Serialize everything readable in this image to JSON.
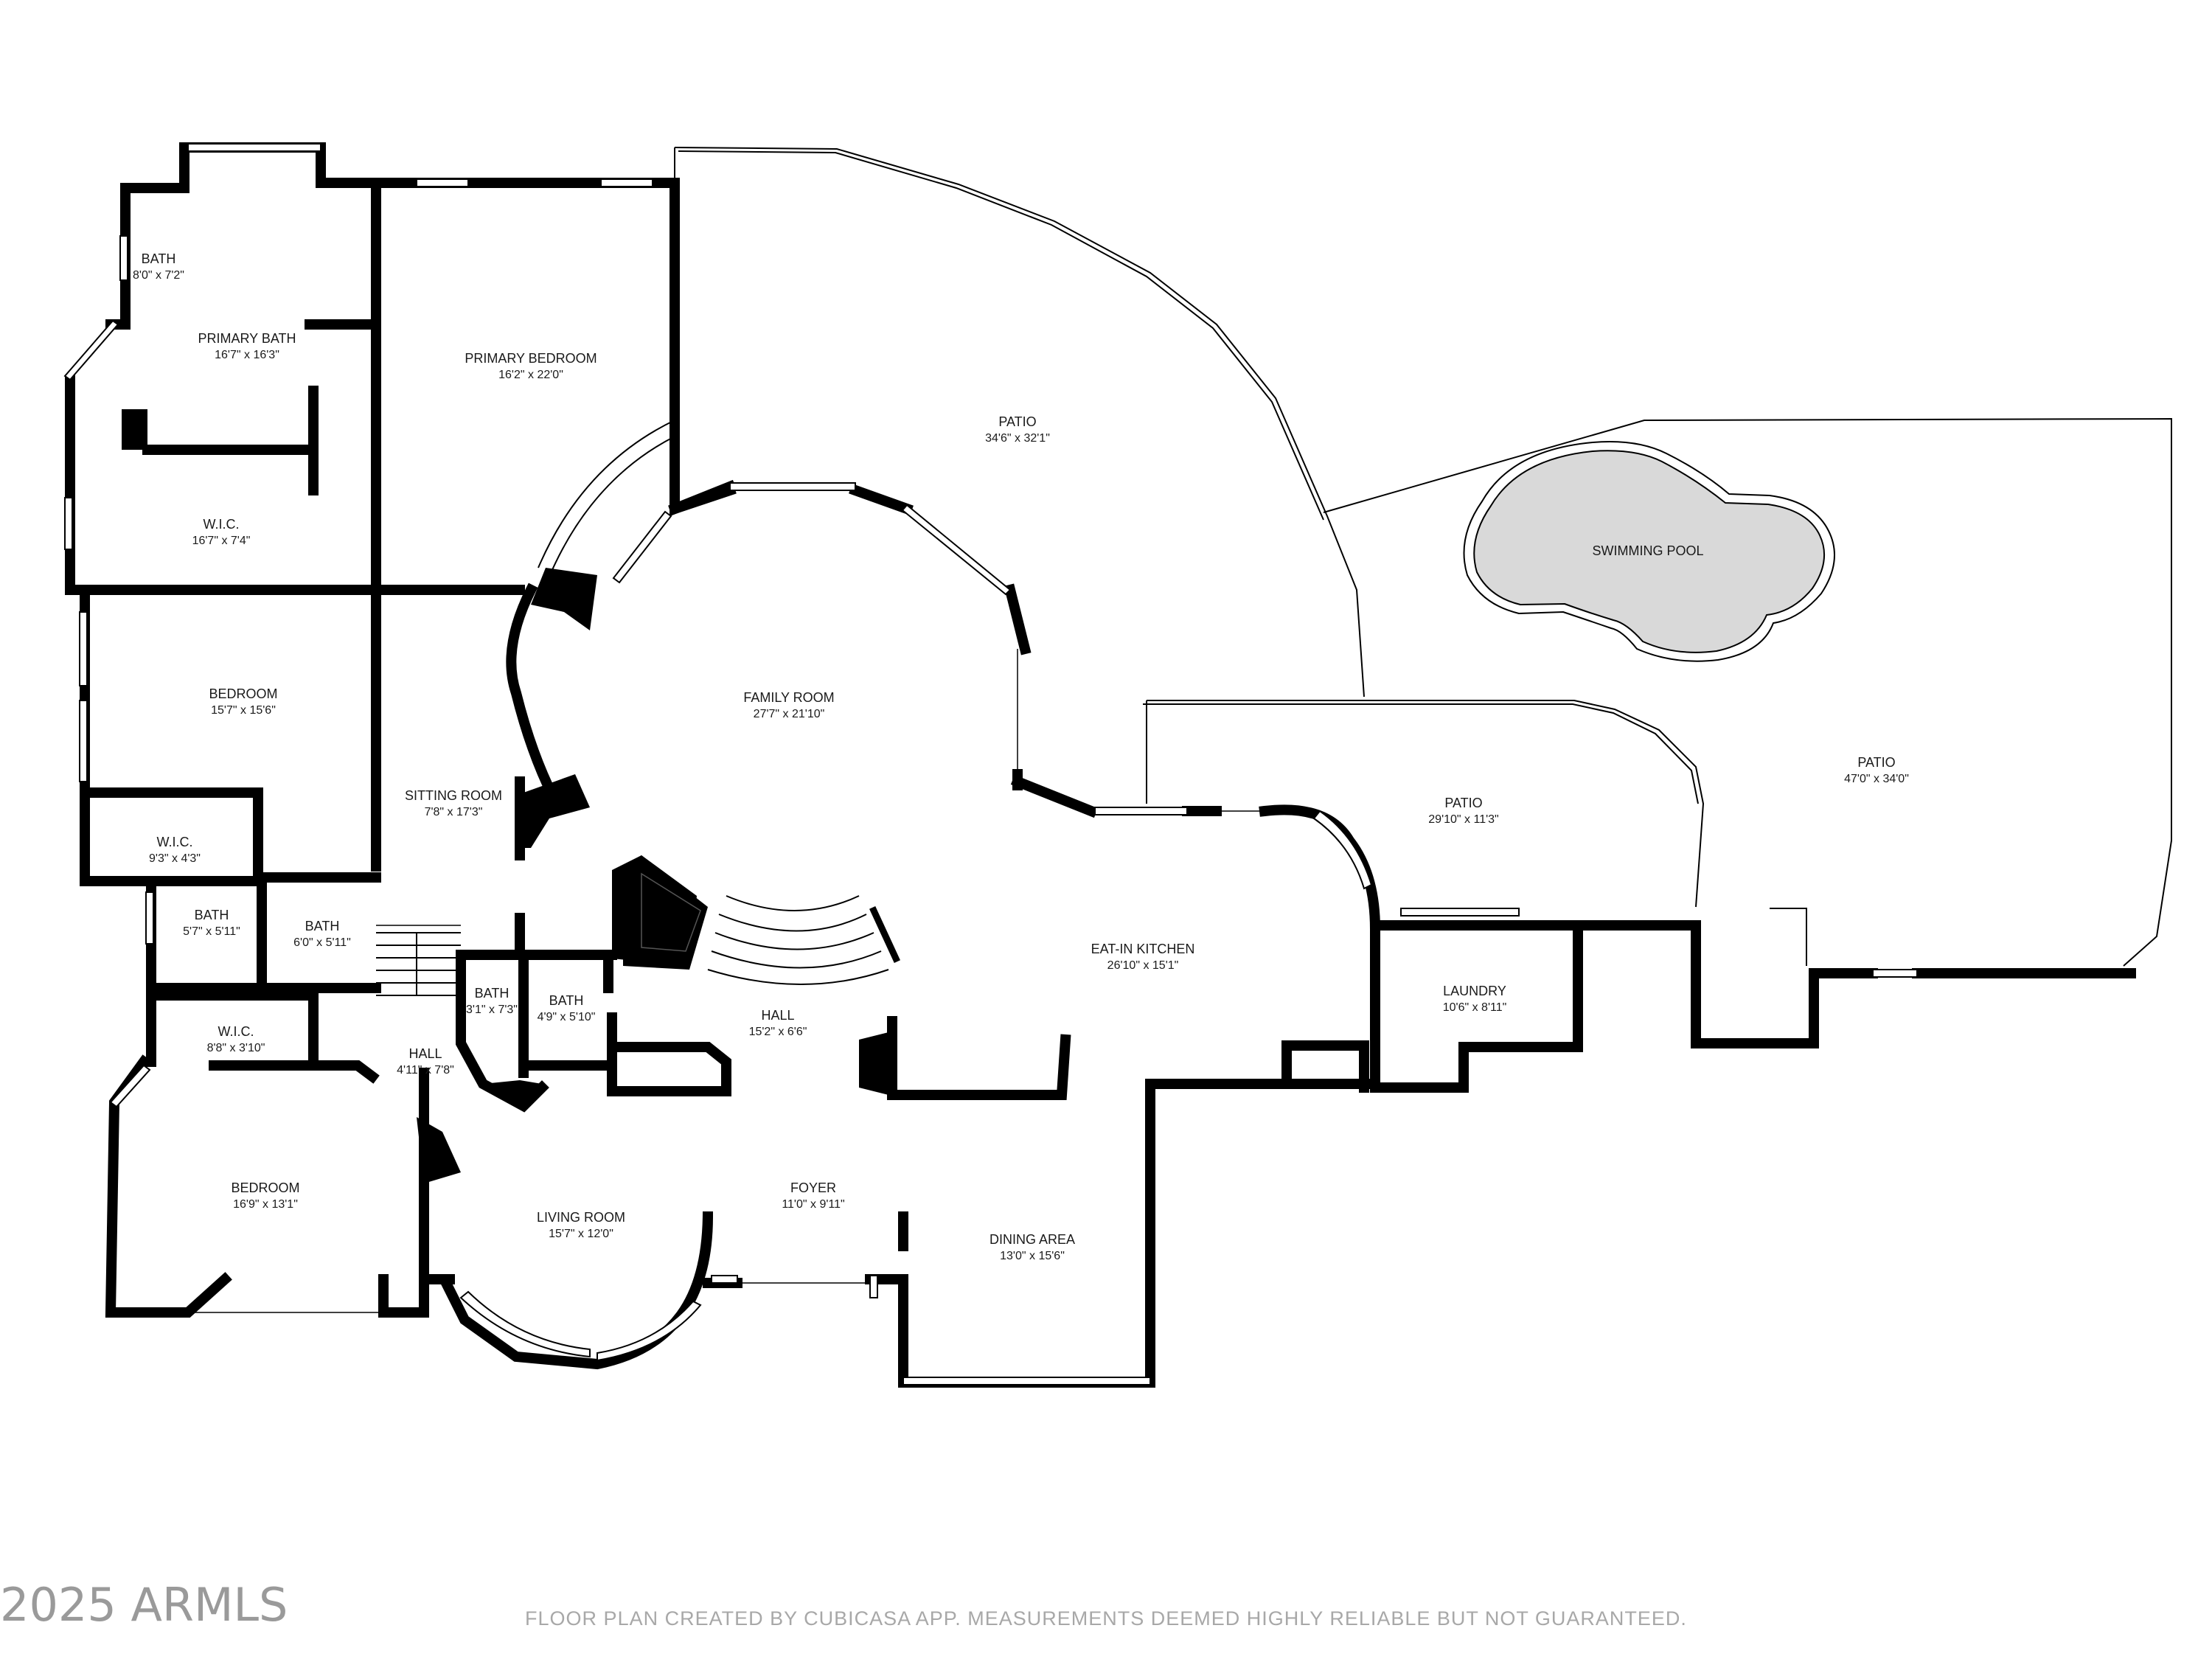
{
  "rooms": [
    {
      "id": "bath-1",
      "name": "BATH",
      "dim": "8'0\" x 7'2\""
    },
    {
      "id": "primary-bath",
      "name": "PRIMARY BATH",
      "dim": "16'7\" x 16'3\""
    },
    {
      "id": "primary-bedroom",
      "name": "PRIMARY BEDROOM",
      "dim": "16'2\" x 22'0\""
    },
    {
      "id": "patio-1",
      "name": "PATIO",
      "dim": "34'6\" x 32'1\""
    },
    {
      "id": "wic-1",
      "name": "W.I.C.",
      "dim": "16'7\" x 7'4\""
    },
    {
      "id": "swimming-pool",
      "name": "SWIMMING POOL",
      "dim": ""
    },
    {
      "id": "family-room",
      "name": "FAMILY ROOM",
      "dim": "27'7\" x 21'10\""
    },
    {
      "id": "bedroom-1",
      "name": "BEDROOM",
      "dim": "15'7\" x 15'6\""
    },
    {
      "id": "patio-2",
      "name": "PATIO",
      "dim": "47'0\" x 34'0\""
    },
    {
      "id": "sitting-room",
      "name": "SITTING ROOM",
      "dim": "7'8\" x 17'3\""
    },
    {
      "id": "patio-3",
      "name": "PATIO",
      "dim": "29'10\" x 11'3\""
    },
    {
      "id": "wic-2",
      "name": "W.I.C.",
      "dim": "9'3\" x 4'3\""
    },
    {
      "id": "bath-2",
      "name": "BATH",
      "dim": "5'7\" x 5'11\""
    },
    {
      "id": "bath-3",
      "name": "BATH",
      "dim": "6'0\" x 5'11\""
    },
    {
      "id": "eat-in-kitchen",
      "name": "EAT-IN KITCHEN",
      "dim": "26'10\" x 15'1\""
    },
    {
      "id": "bath-4",
      "name": "BATH",
      "dim": "3'1\" x 7'3\""
    },
    {
      "id": "bath-5",
      "name": "BATH",
      "dim": "4'9\" x 5'10\""
    },
    {
      "id": "laundry",
      "name": "LAUNDRY",
      "dim": "10'6\" x 8'11\""
    },
    {
      "id": "hall-1",
      "name": "HALL",
      "dim": "15'2\" x 6'6\""
    },
    {
      "id": "wic-3",
      "name": "W.I.C.",
      "dim": "8'8\" x 3'10\""
    },
    {
      "id": "hall-2",
      "name": "HALL",
      "dim": "4'11\" x 7'8\""
    },
    {
      "id": "bedroom-2",
      "name": "BEDROOM",
      "dim": "16'9\" x 13'1\""
    },
    {
      "id": "foyer",
      "name": "FOYER",
      "dim": "11'0\" x 9'11\""
    },
    {
      "id": "living-room",
      "name": "LIVING ROOM",
      "dim": "15'7\" x 12'0\""
    },
    {
      "id": "dining-area",
      "name": "DINING AREA",
      "dim": "13'0\" x 15'6\""
    }
  ],
  "footer": "FLOOR PLAN CREATED BY CUBICASA APP. MEASUREMENTS DEEMED HIGHLY RELIABLE BUT NOT GUARANTEED.",
  "watermark": "2025 ARMLS"
}
